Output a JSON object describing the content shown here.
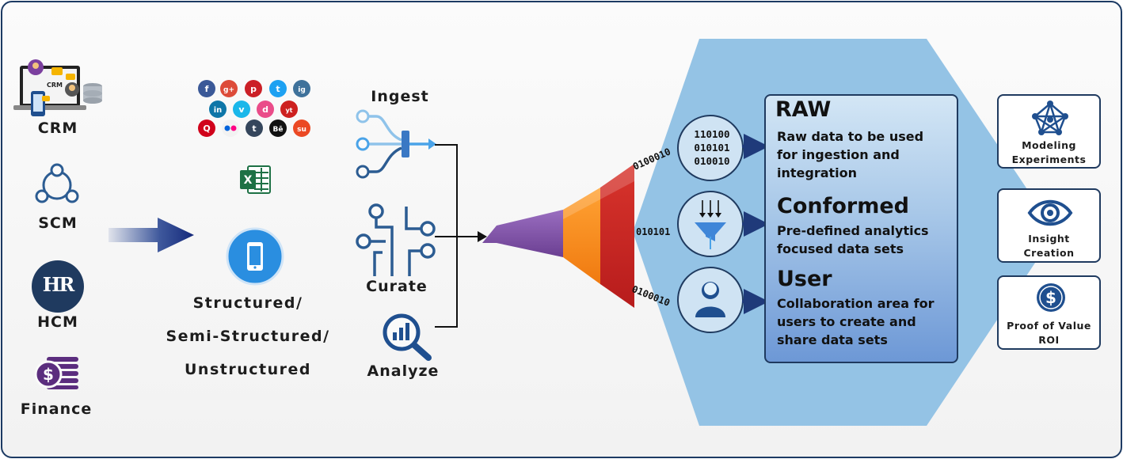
{
  "sources": {
    "crm": "CRM",
    "crm_screen": "CRM",
    "scm": "SCM",
    "hcm": "HCM",
    "hcm_logo": "HR",
    "finance": "Finance"
  },
  "data_types": {
    "line1": "Structured/",
    "line2": "Semi-Structured/",
    "line3": "Unstructured"
  },
  "social_icons": [
    "f",
    "g+",
    "p",
    "t",
    "ig",
    "in",
    "v",
    "d",
    "yt",
    "Q",
    "fl",
    "t",
    "Bē",
    "su"
  ],
  "process": {
    "ingest": "Ingest",
    "curate": "Curate",
    "analyze": "Analyze"
  },
  "funnel_binary": {
    "top": "0100010",
    "middle": "010101",
    "bottom": "0100010"
  },
  "circle_binary": [
    "110100",
    "010101",
    "010010"
  ],
  "zones": {
    "raw": {
      "title": "RAW",
      "desc": [
        "Raw data to be used",
        "for ingestion and",
        "integration"
      ]
    },
    "conformed": {
      "title": "Conformed",
      "desc": [
        "Pre-defined analytics",
        "focused data sets"
      ]
    },
    "user": {
      "title": "User",
      "desc": [
        "Collaboration area for",
        "users to create and",
        "share data sets"
      ]
    }
  },
  "outcomes": {
    "modeling": [
      "Modeling",
      "Experiments"
    ],
    "insight": [
      "Insight",
      "Creation"
    ],
    "value": [
      "Proof of Value",
      "ROI"
    ]
  },
  "colors": {
    "navy": "#1f3a5f",
    "hexagon": "#8ec0e4",
    "funnel_purple": "#7b4fa0",
    "funnel_orange": "#f57f17",
    "funnel_red": "#c62828",
    "icon_blue": "#2c5c92",
    "icon_light_blue": "#4aa3e8"
  }
}
